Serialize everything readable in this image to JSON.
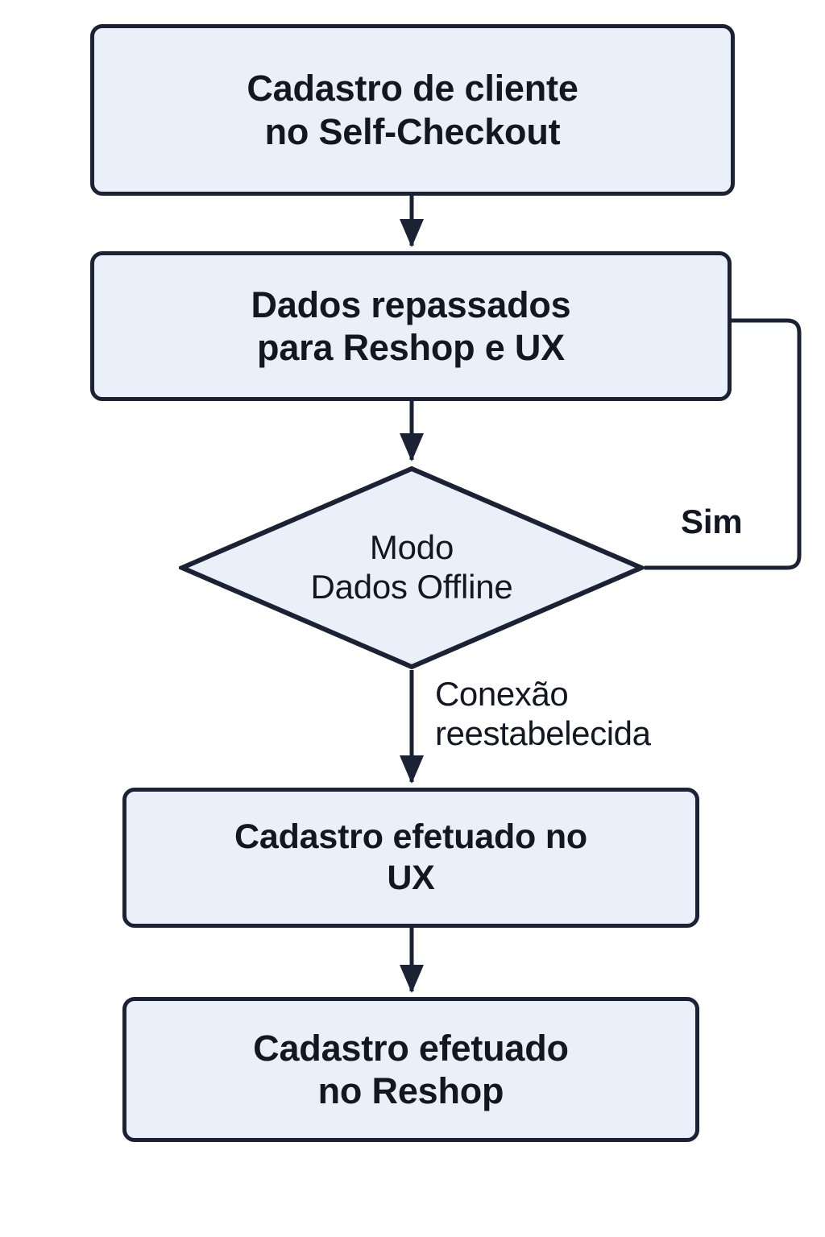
{
  "diagram": {
    "type": "flowchart",
    "language": "pt-BR",
    "orientation": "top-to-bottom",
    "colors": {
      "node_fill": "#eaf0fa",
      "node_border": "#1a2233",
      "text": "#121722",
      "edge": "#1a2233",
      "background": "#ffffff"
    },
    "nodes": [
      {
        "id": "start",
        "shape": "rounded-rectangle",
        "label": "Cadastro de cliente\nno Self-Checkout"
      },
      {
        "id": "transfer",
        "shape": "rounded-rectangle",
        "label": "Dados repassados\npara Reshop e UX"
      },
      {
        "id": "decision",
        "shape": "diamond",
        "label": "Modo\nDados Offline"
      },
      {
        "id": "ux",
        "shape": "rounded-rectangle",
        "label": "Cadastro efetuado no\nUX"
      },
      {
        "id": "reshop",
        "shape": "rounded-rectangle",
        "label": "Cadastro efetuado\nno Reshop"
      }
    ],
    "edges": [
      {
        "id": "e1",
        "from": "start",
        "to": "transfer",
        "label": ""
      },
      {
        "id": "e2",
        "from": "transfer",
        "to": "decision",
        "label": ""
      },
      {
        "id": "e3",
        "from": "decision",
        "to": "transfer",
        "label": "Sim"
      },
      {
        "id": "e4",
        "from": "decision",
        "to": "ux",
        "label": "Conexão\nreestabelecida"
      },
      {
        "id": "e5",
        "from": "ux",
        "to": "reshop",
        "label": ""
      }
    ]
  }
}
